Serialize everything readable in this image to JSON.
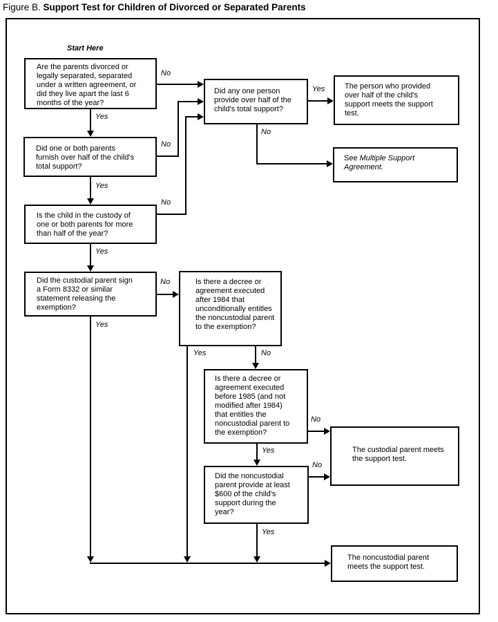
{
  "title": {
    "prefix": "Figure B. ",
    "main": "Support Test for Children of Divorced or Separated Parents"
  },
  "start_here": "Start Here",
  "boxes": {
    "q1": "Are the parents divorced or\nlegally separated, separated\nunder a written agreement, or\ndid they live apart the last 6\nmonths of the year?",
    "q2": "Did one or both parents\nfurnish over half of the child's\ntotal support?",
    "q3": "Is the child in the custody of\none or both parents for more\nthan half of the year?",
    "q4": "Did the custodial parent sign\na Form 8332 or similar\nstatement releasing the\nexemption?",
    "q5": "Did any one person\nprovide over half of the\nchild's total support?",
    "q6": "Is there a decree or\nagreement executed\nafter 1984 that\nunconditionally entitles\nthe noncustodial parent\nto the exemption?",
    "q7": "Is there a decree or\nagreement executed\nbefore 1985 (and not\nmodified after 1984)\nthat entitles the\nnoncustodial parent to\nthe exemption?",
    "q8": "Did the noncustodial\nparent provide at least\n$600 of the child's\nsupport during the\nyear?",
    "r1": "The person who provided\nover half of the child's\nsupport meets the support\ntest.",
    "r2_prefix": "See ",
    "r2_italic": "Multiple Support\nAgreement.",
    "r3": "The custodial parent meets\nthe support test.",
    "r4": "The noncustodial parent\nmeets the support test."
  },
  "edge_labels": {
    "yes": "Yes",
    "no": "No"
  },
  "colors": {
    "line": "#000000",
    "background": "#ffffff",
    "text": "#000000"
  }
}
